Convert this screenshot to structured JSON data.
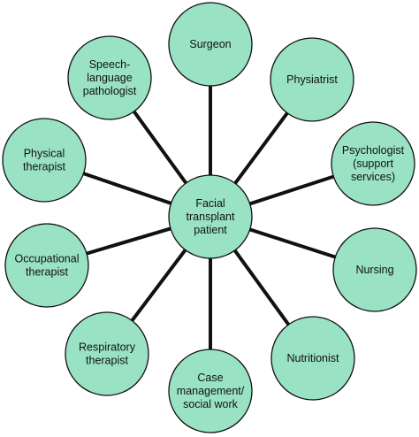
{
  "diagram": {
    "colors": {
      "node_fill": "#99e2c4",
      "node_stroke": "#111111",
      "spoke": "#111111",
      "text": "#111111",
      "background": "#ffffff"
    },
    "center": {
      "id": "facial-transplant-patient",
      "lines": [
        "Facial",
        "transplant",
        "patient"
      ]
    },
    "nodes": [
      {
        "id": "surgeon",
        "lines": [
          "Surgeon"
        ]
      },
      {
        "id": "physiatrist",
        "lines": [
          "Physiatrist"
        ]
      },
      {
        "id": "psychologist",
        "lines": [
          "Psychologist",
          "(support",
          "services)"
        ]
      },
      {
        "id": "nursing",
        "lines": [
          "Nursing"
        ]
      },
      {
        "id": "nutritionist",
        "lines": [
          "Nutritionist"
        ]
      },
      {
        "id": "case-management",
        "lines": [
          "Case",
          "management/",
          "social work"
        ]
      },
      {
        "id": "respiratory-therapist",
        "lines": [
          "Respiratory",
          "therapist"
        ]
      },
      {
        "id": "occupational-therapist",
        "lines": [
          "Occupational",
          "therapist"
        ]
      },
      {
        "id": "physical-therapist",
        "lines": [
          "Physical",
          "therapist"
        ]
      },
      {
        "id": "speech-language-pathologist",
        "lines": [
          "Speech-",
          "language",
          "pathologist"
        ]
      }
    ]
  }
}
